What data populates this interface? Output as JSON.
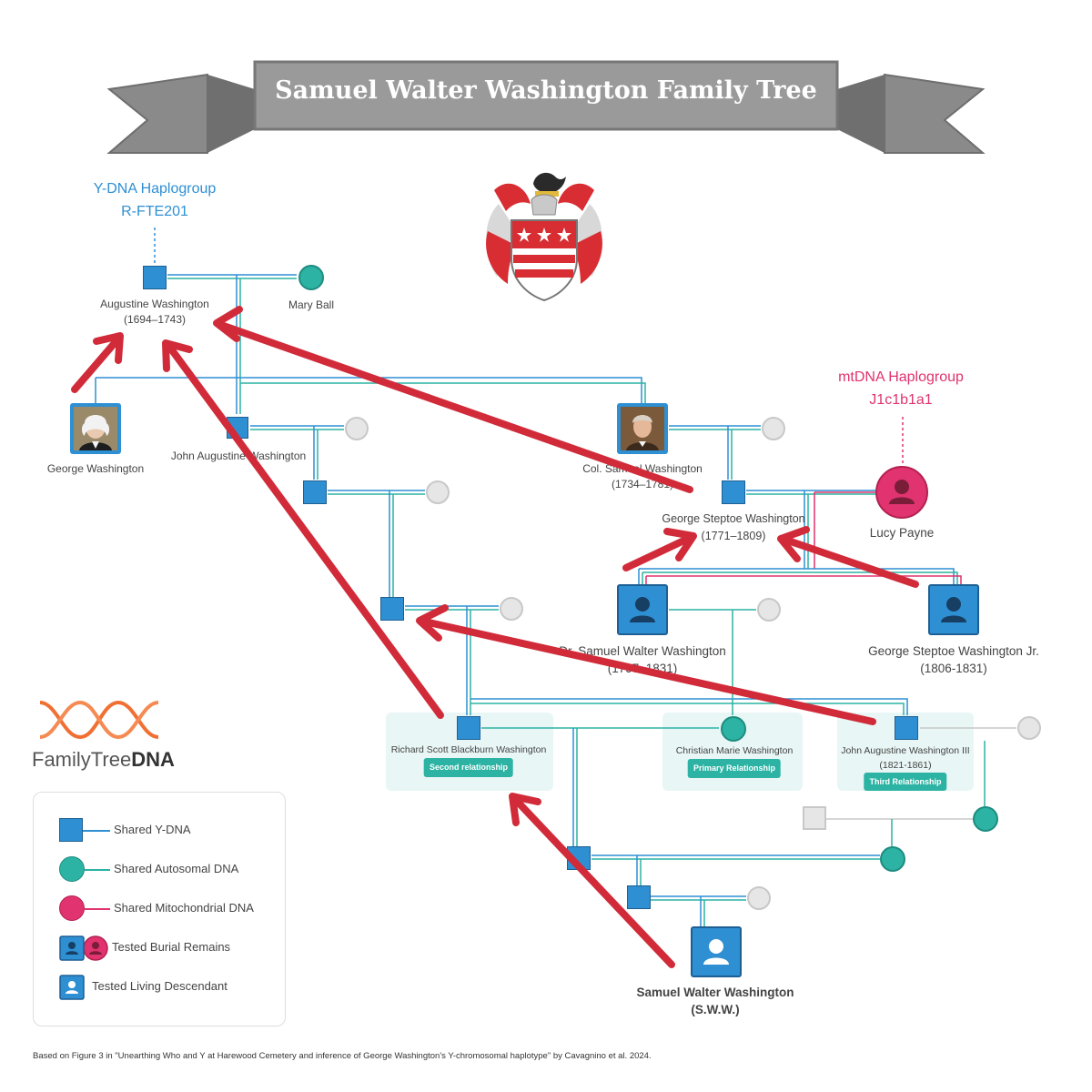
{
  "title": "Samuel Walter Washington Family Tree",
  "ydna": {
    "label": "Y-DNA Haplogroup",
    "value": "R-FTE201"
  },
  "mtdna": {
    "label": "mtDNA Haplogroup",
    "value": "J1c1b1a1"
  },
  "people": {
    "augustine": {
      "name": "Augustine Washington",
      "years": "(1694–1743)"
    },
    "mary_ball": {
      "name": "Mary Ball"
    },
    "george_washington": {
      "name": "George Washington"
    },
    "john_augustine": {
      "name": "John Augustine Washington"
    },
    "col_samuel": {
      "name": "Col. Samuel Washington",
      "years": "(1734–1781)"
    },
    "george_steptoe": {
      "name": "George Steptoe Washington",
      "years": "(1771–1809)"
    },
    "lucy_payne": {
      "name": "Lucy Payne"
    },
    "dr_samuel": {
      "name": "Dr. Samuel Walter Washington",
      "years": "(1797–1831)"
    },
    "george_steptoe_jr": {
      "name": "George Steptoe Washington Jr.",
      "years": "(1806-1831)"
    },
    "richard": {
      "name": "Richard Scott Blackburn Washington",
      "badge": "Second relationship"
    },
    "christian": {
      "name": "Christian Marie Washington",
      "badge": "Primary Relationship"
    },
    "john_iii": {
      "name": "John Augustine Washington III",
      "years": "(1821-1861)",
      "badge": "Third Relationship"
    },
    "sww": {
      "name": "Samuel Walter Washington",
      "years": "(S.W.W.)"
    }
  },
  "logo": {
    "part1": "FamilyTree",
    "part2": "DNA"
  },
  "legend": [
    {
      "label": "Shared Y-DNA",
      "icon": "blue-square"
    },
    {
      "label": "Shared Autosomal DNA",
      "icon": "teal-circle"
    },
    {
      "label": "Shared Mitochondrial DNA",
      "icon": "pink-circle"
    },
    {
      "label": "Tested Burial Remains",
      "icon": "person-pair"
    },
    {
      "label": "Tested Living Descendant",
      "icon": "person-square"
    }
  ],
  "colors": {
    "ydna": "#2e8fd3",
    "autosomal": "#2cb3a3",
    "mito": "#e0336f",
    "arrow": "#d12b3a",
    "banner": "#9a9a9a"
  },
  "footer": "Based on Figure 3 in \"Unearthing Who and Y at Harewood Cemetery and inference of George Washington's Y-chromosomal haplotype\" by Cavagnino et al. 2024."
}
